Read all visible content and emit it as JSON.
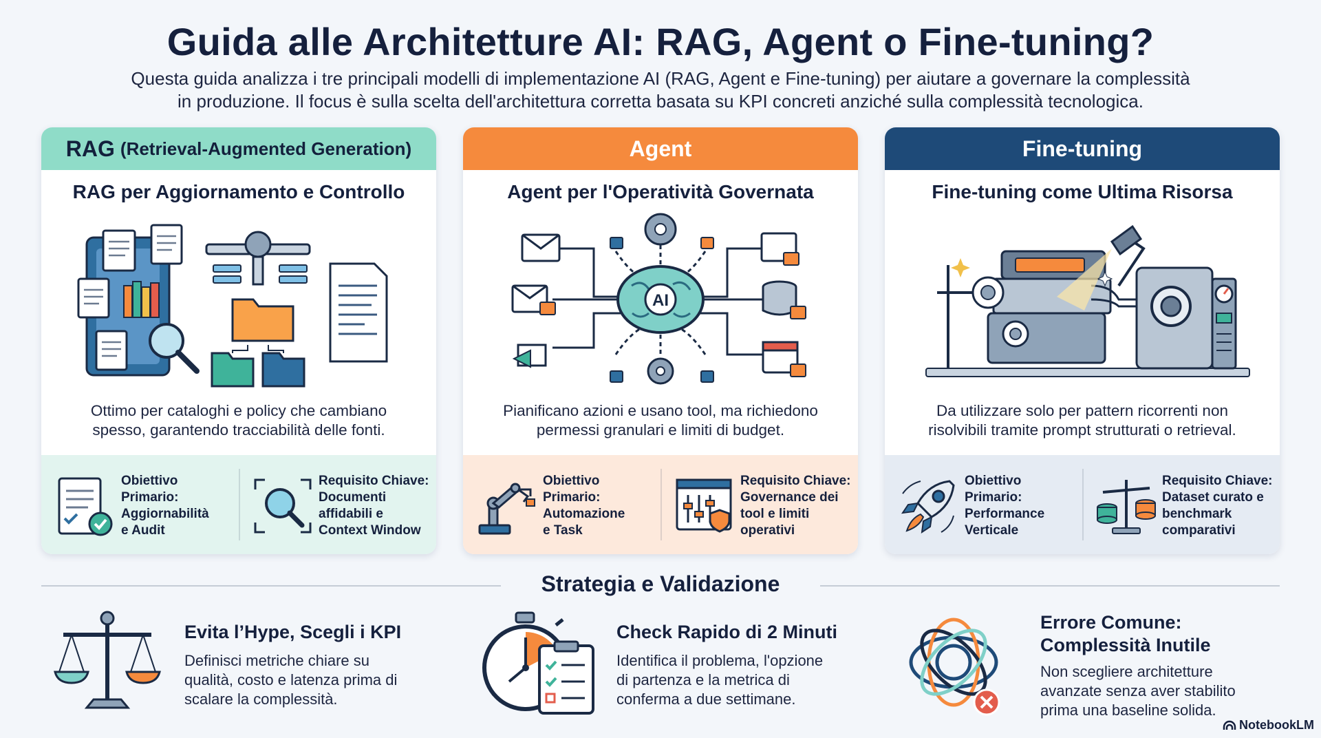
{
  "header": {
    "title": "Guida alle Architetture AI: RAG, Agent o Fine-tuning?",
    "subtitle_line1": "Questa guida analizza i tre principali modelli di implementazione AI (RAG, Agent e Fine-tuning) per aiutare a governare la complessità",
    "subtitle_line2": "in produzione. Il focus è sulla scelta dell'architettura corretta basata su KPI concreti anziché sulla complessità tecnologica."
  },
  "cards": {
    "rag": {
      "header_main": "RAG",
      "header_sub": "(Retrieval-Augmented Generation)",
      "title": "RAG per Aggiornamento e Controllo",
      "desc_line1": "Ottimo per cataloghi e policy che cambiano",
      "desc_line2": "spesso, garantendo tracciabilità delle fonti.",
      "objective_label": "Obiettivo",
      "objective_line2": "Primario:",
      "objective_line3": "Aggiornabilità",
      "objective_line4": "e Audit",
      "requirement_label": "Requisito Chiave:",
      "requirement_line2": "Documenti",
      "requirement_line3": "affidabili e",
      "requirement_line4": "Context Window"
    },
    "agent": {
      "header_main": "Agent",
      "title": "Agent per l'Operatività Governata",
      "desc_line1": "Pianificano azioni e usano tool, ma richiedono",
      "desc_line2": "permessi granulari e limiti di budget.",
      "objective_label": "Obiettivo",
      "objective_line2": "Primario:",
      "objective_line3": "Automazione",
      "objective_line4": "e Task",
      "requirement_label": "Requisito Chiave:",
      "requirement_line2": "Governance dei",
      "requirement_line3": "tool e limiti",
      "requirement_line4": "operativi"
    },
    "finetuning": {
      "header_main": "Fine-tuning",
      "title": "Fine-tuning come Ultima Risorsa",
      "desc_line1": "Da utilizzare solo per pattern ricorrenti non",
      "desc_line2": "risolvibili tramite prompt strutturati o retrieval.",
      "objective_label": "Obiettivo",
      "objective_line2": "Primario:",
      "objective_line3": "Performance",
      "objective_line4": "Verticale",
      "requirement_label": "Requisito Chiave:",
      "requirement_line2": "Dataset curato e",
      "requirement_line3": "benchmark",
      "requirement_line4": "comparativi"
    }
  },
  "strategy": {
    "section_title": "Strategia e Validazione",
    "items": [
      {
        "title": "Evita l’Hype, Scegli i KPI",
        "line1": "Definisci metriche chiare su",
        "line2": "qualità, costo e latenza prima di",
        "line3": "scalare la complessità."
      },
      {
        "title": "Check Rapido di 2 Minuti",
        "line1": "Identifica il problema, l'opzione",
        "line2": "di partenza e la metrica di",
        "line3": "conferma a due settimane."
      },
      {
        "title_line1": "Errore Comune:",
        "title_line2": "Complessità Inutile",
        "line1": "Non scegliere architetture",
        "line2": "avanzate senza aver stabilito",
        "line3": "prima una baseline solida."
      }
    ]
  },
  "brand": {
    "name": "NotebookLM"
  },
  "icons": {
    "rag_illustration": "documents-retrieval-icon",
    "agent_illustration": "ai-brain-network-icon",
    "ft_illustration": "engine-tuning-icon"
  },
  "colors": {
    "rag": "#8fdcc8",
    "agent": "#f58a3d",
    "finetuning": "#1e4a78"
  }
}
